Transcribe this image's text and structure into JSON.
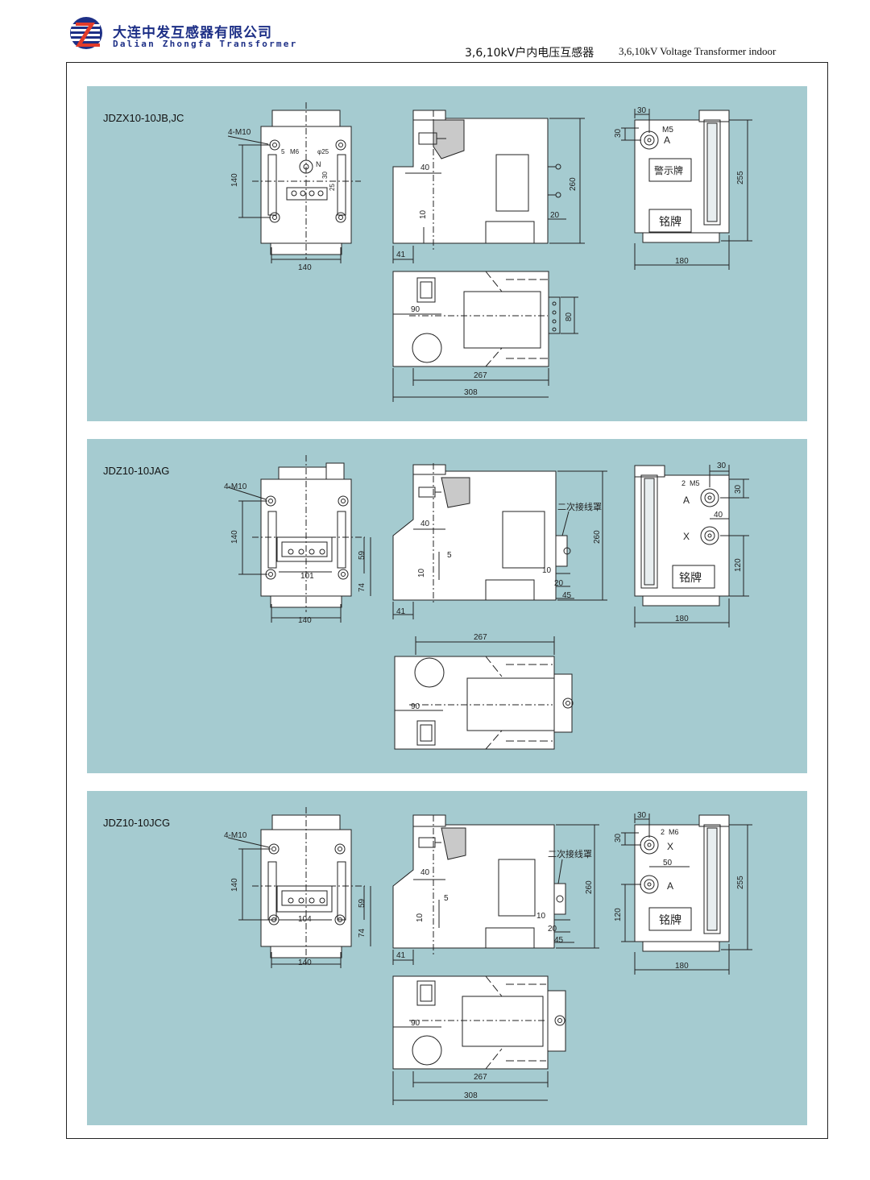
{
  "header": {
    "company_cn": "大连中发互感器有限公司",
    "company_en": "Dalian Zhongfa Transformer",
    "title_cn": "3,6,10kV户内电压互感器",
    "title_en": "3,6,10kV Voltage Transformer indoor",
    "brand_colors": {
      "primary": "#1d2f86",
      "accent": "#e23b2a",
      "panel": "#a5cbd0"
    }
  },
  "panels": [
    {
      "model": "JDZX10-10JB,JC",
      "front": {
        "bolt": "4-M10",
        "screw": "M6",
        "dim_a": "5",
        "dia": "φ25",
        "terminal": "N",
        "d30": "30",
        "d25": "25",
        "height": "140",
        "width": "140"
      },
      "side": {
        "d40": "40",
        "height": "260",
        "d10": "10",
        "d20": "20",
        "d41": "41"
      },
      "end": {
        "d30a": "30",
        "d30b": "30",
        "screw": "M5",
        "terminal": "A",
        "warn": "警示牌",
        "plate": "铭牌",
        "height": "255",
        "width": "180"
      },
      "top": {
        "d90": "90",
        "d80": "80",
        "d267": "267",
        "d308": "308"
      }
    },
    {
      "model": "JDZ10-10JAG",
      "front": {
        "bolt": "4-M10",
        "height": "140",
        "width": "140",
        "d101": "101",
        "d59": "59",
        "d74": "74"
      },
      "side": {
        "d40": "40",
        "d5": "5",
        "cover": "二次接线罩",
        "height": "260",
        "d10a": "10",
        "d10b": "10",
        "d20": "20",
        "d45": "45",
        "d41": "41"
      },
      "end": {
        "d30a": "30",
        "d30b": "30",
        "num": "2",
        "screw": "M5",
        "ta": "A",
        "tx": "X",
        "d40": "40",
        "d120": "120",
        "plate": "铭牌",
        "width": "180"
      },
      "top": {
        "d267": "267",
        "d90": "90"
      }
    },
    {
      "model": "JDZ10-10JCG",
      "front": {
        "bolt": "4-M10",
        "height": "140",
        "width": "140",
        "d104": "104",
        "d59": "59",
        "d74": "74"
      },
      "side": {
        "d40": "40",
        "d5": "5",
        "cover": "二次接线罩",
        "height": "260",
        "d10a": "10",
        "d10b": "10",
        "d20": "20",
        "d45": "45",
        "d41": "41"
      },
      "end": {
        "d30a": "30",
        "d30b": "30",
        "num": "2",
        "screw": "M6",
        "tx": "X",
        "d50": "50",
        "ta": "A",
        "d120": "120",
        "plate": "铭牌",
        "height": "255",
        "width": "180"
      },
      "top": {
        "d90": "90",
        "d267": "267",
        "d308": "308"
      }
    }
  ]
}
